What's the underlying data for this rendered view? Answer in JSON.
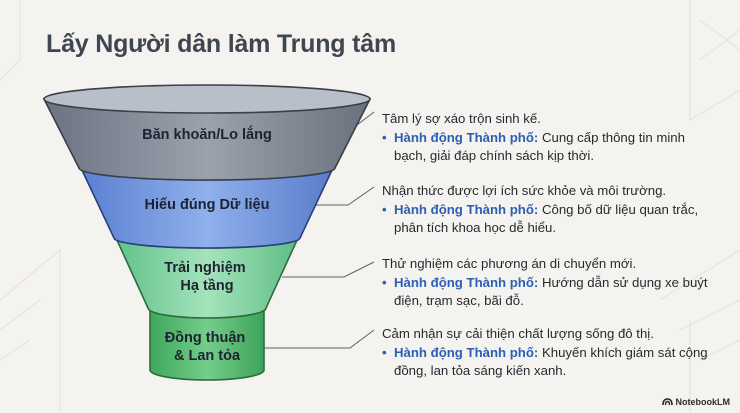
{
  "title": "Lấy Người dân làm Trung tâm",
  "stages": [
    {
      "label_lines": [
        "Băn khoăn/Lo lắng"
      ],
      "color": "#8e96a3",
      "description": "Tâm lý sợ xáo trộn sinh kế.",
      "action_label": "Hành động Thành phố:",
      "action_text": " Cung cấp thông tin minh bạch, giải đáp chính sách kịp thời."
    },
    {
      "label_lines": [
        "Hiểu đúng Dữ liệu"
      ],
      "color": "#7e9fe0",
      "description": "Nhận thức được lợi ích sức khỏe và môi trường.",
      "action_label": "Hành động Thành phố:",
      "action_text": " Công bố dữ liệu quan trắc, phân tích khoa học dễ hiểu."
    },
    {
      "label_lines": [
        "Trải nghiệm",
        "Hạ tầng"
      ],
      "color": "#8ed6aa",
      "description": "Thử nghiệm các phương án di chuyển mới.",
      "action_label": "Hành động Thành phố:",
      "action_text": " Hướng dẫn sử dụng xe buýt điện, trạm sạc, bãi đỗ."
    },
    {
      "label_lines": [
        "Đồng thuận",
        "& Lan tỏa"
      ],
      "color": "#5fbf77",
      "description": "Cảm nhận sự cải thiện chất lượng sống đô thị.",
      "action_label": "Hành động Thành phố:",
      "action_text": " Khuyến khích giám sát cộng đồng, lan tỏa sáng kiến xanh."
    }
  ],
  "bullet": "•",
  "brand": {
    "icon": "notebooklm-logo-icon",
    "text": "NotebookLM"
  }
}
